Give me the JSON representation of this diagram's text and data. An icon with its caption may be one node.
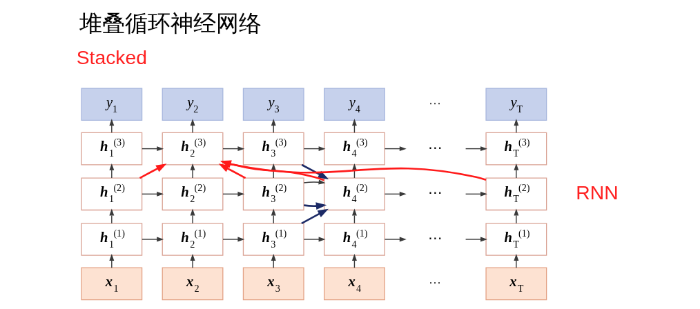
{
  "diagram": {
    "title": "堆叠循环神经网络",
    "nodes": [
      {
        "text": [
          "y$_{1}$"
        ]
      },
      {
        "text": [
          "y$_{2}$"
        ]
      },
      {
        "text": [
          "y$_{3}$"
        ]
      },
      {
        "text": [
          "y$_{4}$"
        ]
      },
      {
        "text": [
          "y$_{T}$"
        ]
      },
      {
        "text": [
          "h$_{1}$$^{(3)}$"
        ]
      },
      {
        "text": [
          "h$_{2}$$^{(3)}$"
        ]
      },
      {
        "text": [
          "h$_{3}$$^{(3)}$"
        ]
      },
      {
        "text": [
          "h$_{4}$$^{(3)}$"
        ]
      },
      {
        "text": [
          "⋯"
        ]
      },
      {
        "text": [
          "h$_{T}$$^{(3)}$"
        ]
      },
      {
        "text": [
          "h$_{1}$$^{(2)}$"
        ]
      },
      {
        "text": [
          "h$_{2}$$^{(2)}$"
        ]
      },
      {
        "text": [
          "h$_{3}$$^{(2)}$"
        ]
      },
      {
        "text": [
          "h$_{4}$$^{(2)}$"
        ]
      },
      {
        "text": [
          "⋯"
        ]
      },
      {
        "text": [
          "h$_{T}$$^{(2)}$"
        ]
      },
      {
        "text": [
          "h$_{1}$$^{(1)}$"
        ]
      },
      {
        "text": [
          "h$_{2}$$^{(1)}$"
        ]
      },
      {
        "text": [
          "h$_{3}$$^{(1)}$"
        ]
      },
      {
        "text": [
          "h$_{4}$$^{(1)}$"
        ]
      },
      {
        "text": [
          "⋯"
        ]
      },
      {
        "text": [
          "h$_{T}$$^{(1)}$"
        ]
      },
      {
        "text": [
          "x$_{1}$"
        ]
      },
      {
        "text": [
          "x$_{2}$"
        ]
      },
      {
        "text": [
          "x$_{3}$"
        ]
      },
      {
        "text": [
          "x$_{4}$"
        ]
      },
      {
        "text": [
          "x$_{T}$"
        ]
      }
    ],
    "edges": [
      {
        "from": 23,
        "to": 17,
        "arrow": "to"
      },
      {
        "from": 24,
        "to": 18,
        "arrow": "to"
      },
      {
        "from": 25,
        "to": 19,
        "arrow": "to"
      },
      {
        "from": 26,
        "to": 20,
        "arrow": "to"
      },
      {
        "from": 27,
        "to": 22,
        "arrow": "to"
      },
      {
        "from": 17,
        "to": 11,
        "arrow": "to"
      },
      {
        "from": 18,
        "to": 12,
        "arrow": "to"
      },
      {
        "from": 19,
        "to": 13,
        "arrow": "to"
      },
      {
        "from": 20,
        "to": 14,
        "arrow": "to"
      },
      {
        "from": 22,
        "to": 16,
        "arrow": "to"
      },
      {
        "from": 11,
        "to": 5,
        "arrow": "to"
      },
      {
        "from": 12,
        "to": 6,
        "arrow": "to"
      },
      {
        "from": 13,
        "to": 7,
        "arrow": "to"
      },
      {
        "from": 14,
        "to": 8,
        "arrow": "to"
      },
      {
        "from": 16,
        "to": 10,
        "arrow": "to"
      },
      {
        "from": 5,
        "to": 0,
        "arrow": "to"
      },
      {
        "from": 6,
        "to": 1,
        "arrow": "to"
      },
      {
        "from": 7,
        "to": 2,
        "arrow": "to"
      },
      {
        "from": 8,
        "to": 3,
        "arrow": "to"
      },
      {
        "from": 10,
        "to": 4,
        "arrow": "to"
      },
      {
        "from": 5,
        "to": 6,
        "arrow": "to"
      },
      {
        "from": 6,
        "to": 7,
        "arrow": "to"
      },
      {
        "from": 7,
        "to": 8,
        "arrow": "to"
      },
      {
        "from": 8,
        "to": 9,
        "arrow": "to"
      },
      {
        "from": 9,
        "to": 10,
        "arrow": "to"
      },
      {
        "from": 11,
        "to": 12,
        "arrow": "to"
      },
      {
        "from": 12,
        "to": 13,
        "arrow": "to"
      },
      {
        "from": 13,
        "to": 14,
        "arrow": "to"
      },
      {
        "from": 14,
        "to": 15,
        "arrow": "to"
      },
      {
        "from": 15,
        "to": 16,
        "arrow": "to"
      },
      {
        "from": 17,
        "to": 18,
        "arrow": "to"
      },
      {
        "from": 18,
        "to": 19,
        "arrow": "to"
      },
      {
        "from": 19,
        "to": 20,
        "arrow": "to"
      },
      {
        "from": 20,
        "to": 21,
        "arrow": "to"
      },
      {
        "from": 21,
        "to": 22,
        "arrow": "to"
      },
      {
        "from": 11,
        "to": 6,
        "arrow": "to",
        "color": "#ff1a1a"
      },
      {
        "from": 13,
        "to": 6,
        "arrow": "to",
        "color": "#ff1a1a"
      },
      {
        "from": 14,
        "to": 6,
        "arrow": "to",
        "color": "#ff1a1a"
      },
      {
        "from": 16,
        "to": 6,
        "arrow": "to",
        "color": "#ff1a1a"
      },
      {
        "from": 7,
        "to": 14,
        "arrow": "to",
        "color": "#1c2a66"
      },
      {
        "from": 13,
        "to": 14,
        "arrow": "to",
        "color": "#1c2a66"
      },
      {
        "from": 19,
        "to": 14,
        "arrow": "to",
        "color": "#1c2a66"
      }
    ],
    "labels": [
      "Stacked",
      "⋯",
      "RNN",
      "⋯"
    ]
  }
}
